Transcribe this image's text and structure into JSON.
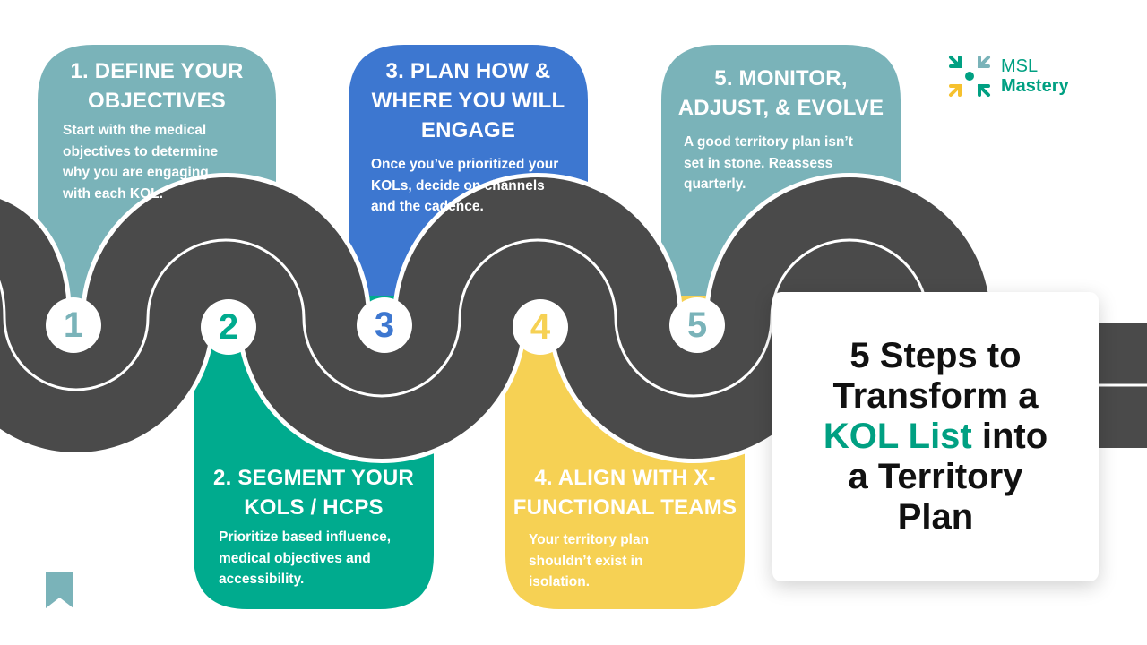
{
  "colors": {
    "step1": "#7ab3b9",
    "step2": "#00ab8e",
    "step3": "#3d77d0",
    "step4": "#f6d154",
    "step5": "#7ab3b9",
    "road": "#4a4a4a",
    "road_edge": "#ffffff",
    "accent_green": "#00a082",
    "title_text": "#111111"
  },
  "steps": [
    {
      "number": "1",
      "title_lines": [
        "1. DEFINE YOUR",
        "OBJECTIVES"
      ],
      "desc_lines": [
        "Start with the medical",
        "objectives to determine",
        "why you are engaging",
        "with each KOL."
      ]
    },
    {
      "number": "2",
      "title_lines": [
        "2. SEGMENT YOUR",
        "KOLS / HCPS"
      ],
      "desc_lines": [
        "Prioritize based influence,",
        "medical objectives and",
        "accessibility."
      ]
    },
    {
      "number": "3",
      "title_lines": [
        "3. PLAN HOW &",
        "WHERE YOU WILL",
        "ENGAGE"
      ],
      "desc_lines": [
        "Once you’ve prioritized your",
        "KOLs, decide on channels",
        "and the cadence."
      ]
    },
    {
      "number": "4",
      "title_lines": [
        "4. ALIGN WITH X-",
        "FUNCTIONAL TEAMS"
      ],
      "desc_lines": [
        "Your territory plan",
        "shouldn’t exist in",
        "isolation."
      ]
    },
    {
      "number": "5",
      "title_lines": [
        "5. MONITOR,",
        "ADJUST, & EVOLVE"
      ],
      "desc_lines": [
        "A good territory plan isn’t",
        "set in stone. Reassess",
        "quarterly."
      ]
    }
  ],
  "title": {
    "line1": "5 Steps to",
    "line2": "Transform a",
    "line3_highlight": "KOL List",
    "line3_rest": " into",
    "line4": "a Territory",
    "line5": "Plan"
  },
  "logo": {
    "line1": "MSL",
    "line2": "Mastery",
    "icon": "msl-mastery-logo-icon"
  },
  "bookmark_icon": "bookmark-icon"
}
